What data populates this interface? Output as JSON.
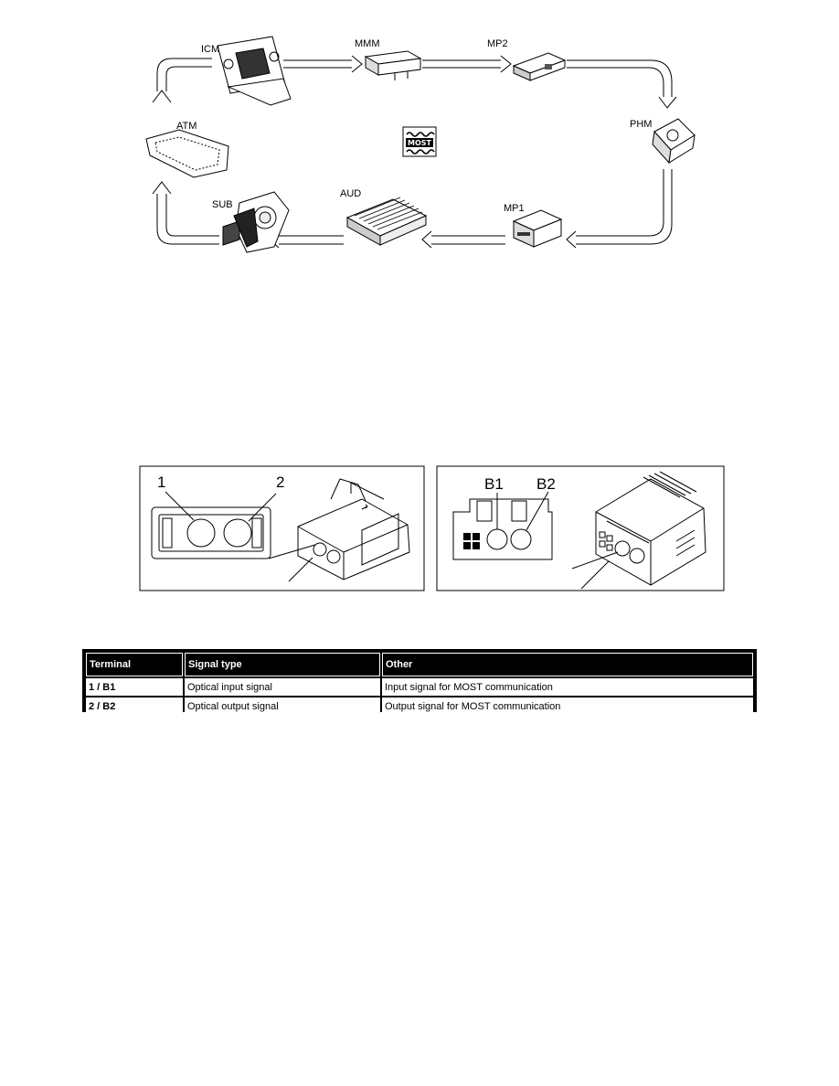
{
  "ring": {
    "modules": [
      {
        "id": "icm",
        "label": "ICM"
      },
      {
        "id": "mmm",
        "label": "MMM"
      },
      {
        "id": "mp2",
        "label": "MP2"
      },
      {
        "id": "phm",
        "label": "PHM"
      },
      {
        "id": "mp1",
        "label": "MP1"
      },
      {
        "id": "aud",
        "label": "AUD"
      },
      {
        "id": "sub",
        "label": "SUB"
      },
      {
        "id": "atm",
        "label": "ATM"
      }
    ],
    "logo_text": "MOST"
  },
  "connectors": {
    "left_pins": [
      "1",
      "2"
    ],
    "right_pins": [
      "B1",
      "B2"
    ]
  },
  "table": {
    "headers": [
      "Terminal",
      "Signal type",
      "Other"
    ],
    "rows": [
      [
        "1 / B1",
        "Optical input signal",
        "Input signal for MOST communication"
      ],
      [
        "2 / B2",
        "Optical output signal",
        "Output signal for MOST communication"
      ]
    ]
  }
}
